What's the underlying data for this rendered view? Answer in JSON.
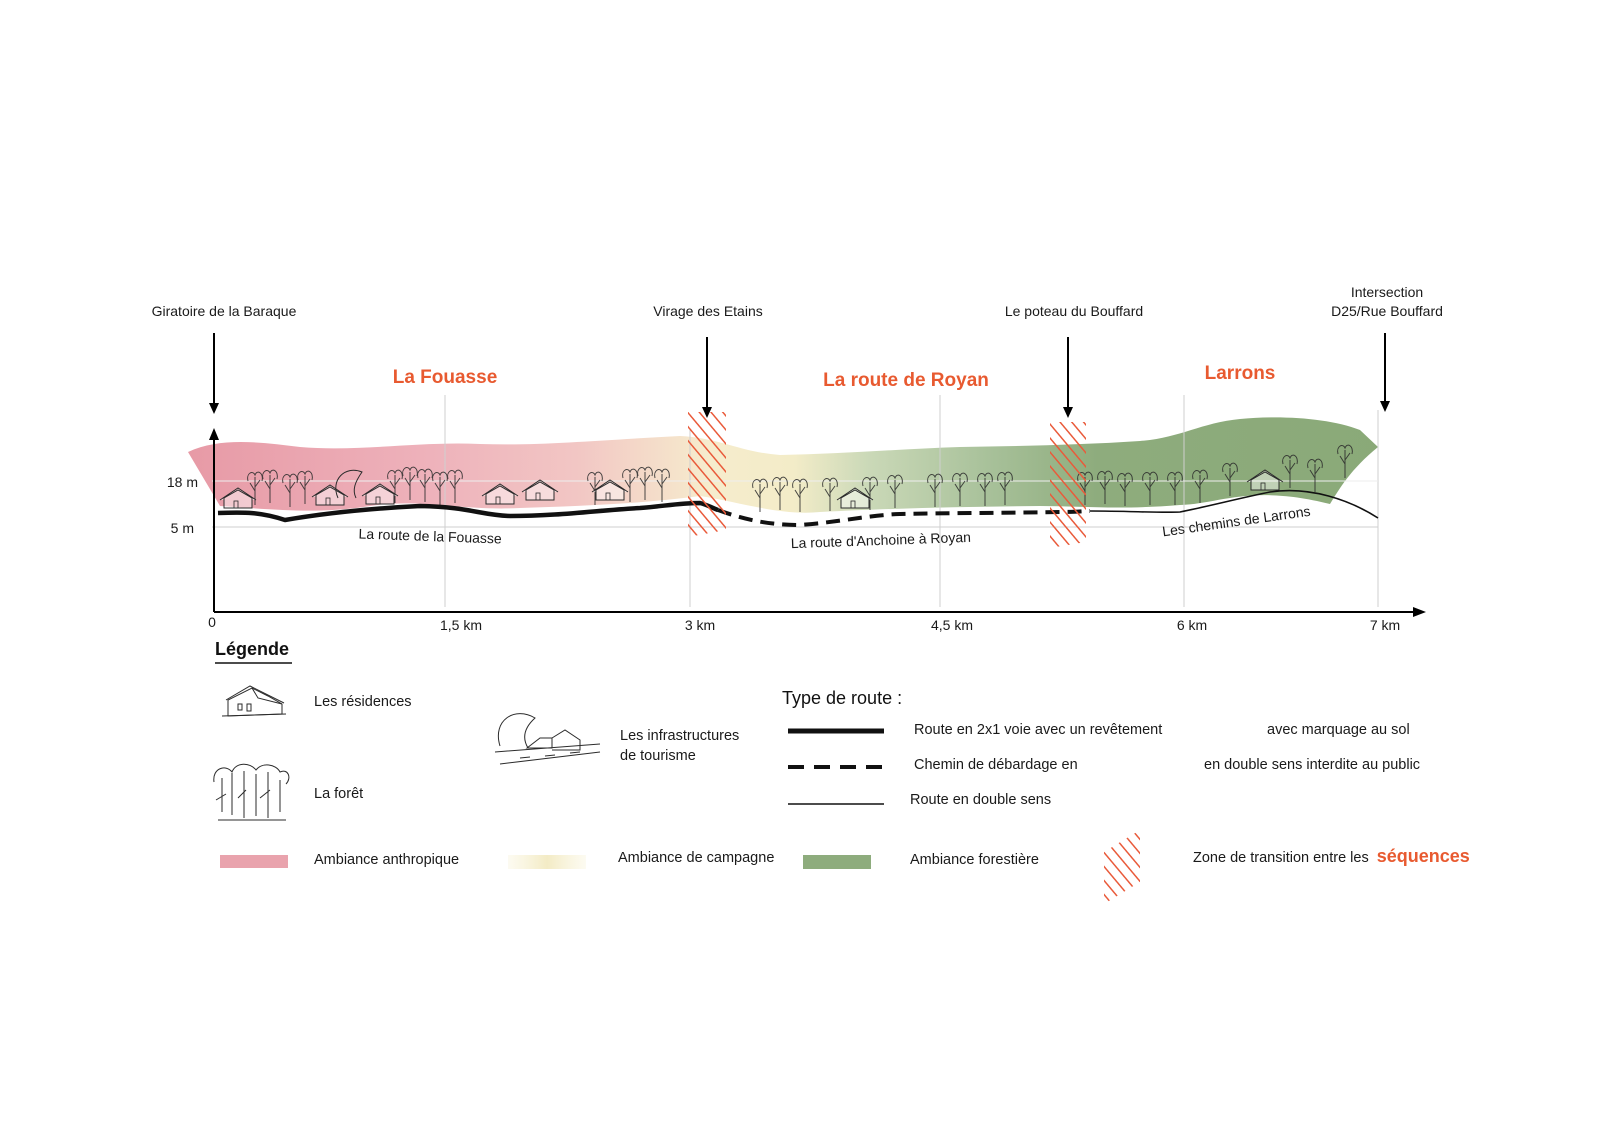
{
  "landmarks": [
    {
      "label": "Giratoire de la Baraque"
    },
    {
      "label": "Virage des Etains"
    },
    {
      "label": "Le poteau du Bouffard"
    },
    {
      "label_line1": "Intersection",
      "label_line2": "D25/Rue Bouffard"
    }
  ],
  "sequences": [
    {
      "name": "La Fouasse"
    },
    {
      "name": "La route de Royan"
    },
    {
      "name": "Larrons"
    }
  ],
  "roads": [
    {
      "name": "La route de la Fouasse"
    },
    {
      "name": "La route d'Anchoine à Royan"
    },
    {
      "name": "Les chemins de Larrons"
    }
  ],
  "y_axis": {
    "ticks": [
      "18 m",
      "5 m"
    ]
  },
  "x_axis": {
    "ticks": [
      "0",
      "1,5 km",
      "3 km",
      "4,5 km",
      "6 km",
      "7 km"
    ]
  },
  "legend": {
    "title": "Légende",
    "residences": "Les résidences",
    "forest": "La forêt",
    "tourism_line1": "Les infrastructures",
    "tourism_line2": "de tourisme",
    "road_type_title": "Type de route :",
    "road_solid": "Route en 2x1 voie avec un revêtement",
    "road_solid_suffix": "avec marquage au sol",
    "road_dashed": "Chemin de débardage en",
    "road_dashed_suffix": "en double sens interdite au public",
    "road_thin": "Route en double sens",
    "amb_anthropic": "Ambiance anthropique",
    "amb_country": "Ambiance de campagne",
    "amb_forest": "Ambiance forestière",
    "transition_prefix": "Zone de transition entre les",
    "transition_word": "séquences"
  },
  "colors": {
    "anthropic": "#e9a3ad",
    "country": "#f6efcc",
    "forest": "#8eac7d",
    "accent": "#e85a30"
  }
}
